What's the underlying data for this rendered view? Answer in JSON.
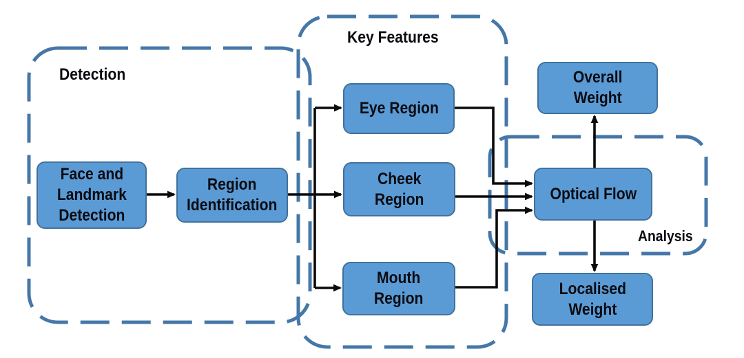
{
  "diagram": {
    "background": "#ffffff",
    "colors": {
      "node_fill": "#5b9bd5",
      "node_border": "#41719c",
      "container_dash": "#4577a8",
      "connector": "#0a0a0a",
      "text": "#0b0c12"
    },
    "containers": [
      {
        "id": "detection",
        "label": "Detection"
      },
      {
        "id": "key-features",
        "label": "Key Features"
      },
      {
        "id": "analysis",
        "label": "Analysis"
      }
    ],
    "nodes": [
      {
        "id": "face-landmark-detection",
        "label": "Face and\nLandmark\nDetection"
      },
      {
        "id": "region-identification",
        "label": "Region\nIdentification"
      },
      {
        "id": "eye-region",
        "label": "Eye Region"
      },
      {
        "id": "cheek-region",
        "label": "Cheek\nRegion"
      },
      {
        "id": "mouth-region",
        "label": "Mouth\nRegion"
      },
      {
        "id": "optical-flow",
        "label": "Optical Flow"
      },
      {
        "id": "overall-weight",
        "label": "Overall\nWeight"
      },
      {
        "id": "localised-weight",
        "label": "Localised\nWeight"
      }
    ],
    "edges": [
      {
        "from": "face-landmark-detection",
        "to": "region-identification"
      },
      {
        "from": "region-identification",
        "to": "eye-region"
      },
      {
        "from": "region-identification",
        "to": "cheek-region"
      },
      {
        "from": "region-identification",
        "to": "mouth-region"
      },
      {
        "from": "eye-region",
        "to": "optical-flow"
      },
      {
        "from": "cheek-region",
        "to": "optical-flow"
      },
      {
        "from": "mouth-region",
        "to": "optical-flow"
      },
      {
        "from": "optical-flow",
        "to": "overall-weight"
      },
      {
        "from": "optical-flow",
        "to": "localised-weight"
      }
    ]
  }
}
